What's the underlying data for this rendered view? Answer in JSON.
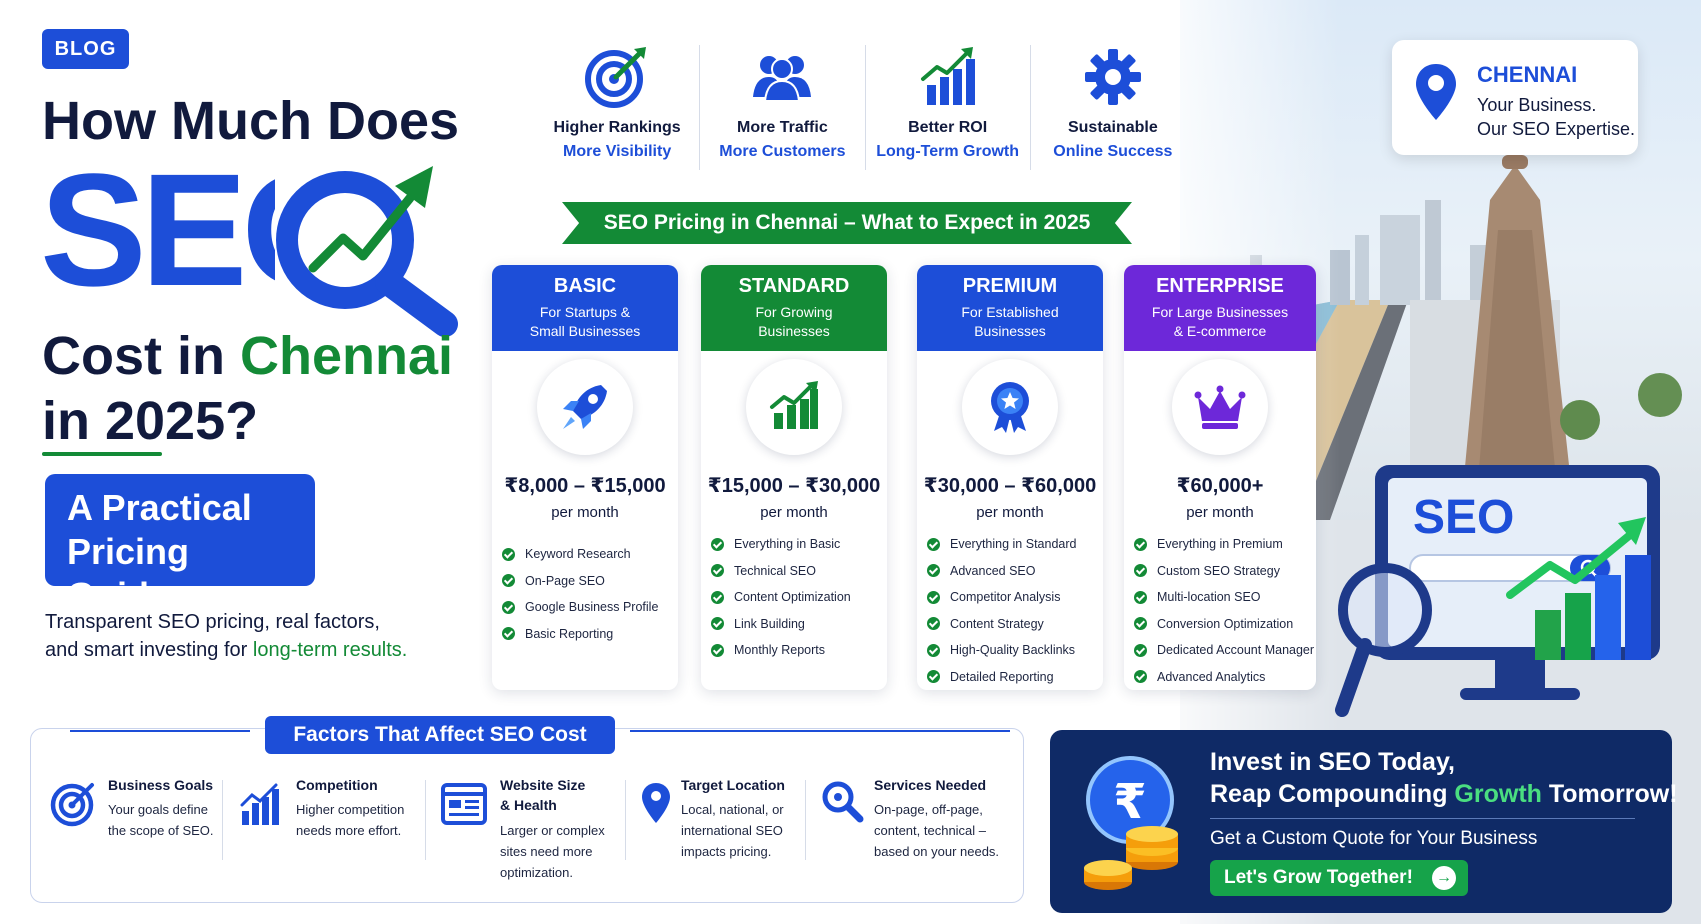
{
  "blog_tag": "BLOG",
  "title": {
    "line1": "How Much Does",
    "seo": "SEO",
    "line3_a": "Cost in ",
    "line3_b": "Chennai",
    "line4": "in 2025?"
  },
  "guide": {
    "line1": "A Practical",
    "line2": "Pricing Guide"
  },
  "tagline": {
    "line1": "Transparent SEO pricing, real factors,",
    "line2_a": "and smart investing for ",
    "line2_b": "long-term results."
  },
  "benefits": [
    {
      "icon": "target-icon",
      "l1": "Higher Rankings",
      "l2": "More Visibility"
    },
    {
      "icon": "users-icon",
      "l1": "More Traffic",
      "l2": "More Customers"
    },
    {
      "icon": "growth-chart-icon",
      "l1": "Better ROI",
      "l2": "Long-Term Growth"
    },
    {
      "icon": "gear-icon",
      "l1": "Sustainable",
      "l2": "Online Success"
    }
  ],
  "chennai_card": {
    "city": "CHENNAI",
    "line1": "Your Business.",
    "line2": "Our SEO Expertise."
  },
  "banner": "SEO Pricing in Chennai – What to Expect in 2025",
  "plans": [
    {
      "name": "BASIC",
      "sub1": "For Startups &",
      "sub2": "Small Businesses",
      "icon": "rocket-icon",
      "price": "₹8,000 – ₹15,000",
      "per": "per month",
      "features": [
        "Keyword Research",
        "On-Page SEO",
        "Google Business Profile",
        "Basic Reporting"
      ]
    },
    {
      "name": "STANDARD",
      "sub1": "For Growing",
      "sub2": "Businesses",
      "icon": "bar-chart-icon",
      "price": "₹15,000 – ₹30,000",
      "per": "per month",
      "features": [
        "Everything in Basic",
        "Technical SEO",
        "Content Optimization",
        "Link Building",
        "Monthly Reports"
      ]
    },
    {
      "name": "PREMIUM",
      "sub1": "For Established",
      "sub2": "Businesses",
      "icon": "award-badge-icon",
      "price": "₹30,000 – ₹60,000",
      "per": "per month",
      "features": [
        "Everything in Standard",
        "Advanced SEO",
        "Competitor Analysis",
        "Content Strategy",
        "High-Quality Backlinks",
        "Detailed Reporting"
      ]
    },
    {
      "name": "ENTERPRISE",
      "sub1": "For Large Businesses",
      "sub2": "& E-commerce",
      "icon": "crown-icon",
      "price": "₹60,000+",
      "per": "per month",
      "features": [
        "Everything in Premium",
        "Custom SEO Strategy",
        "Multi-location SEO",
        "Conversion Optimization",
        "Dedicated Account Manager",
        "Advanced Analytics"
      ]
    }
  ],
  "monitor_text": "SEO",
  "factors": {
    "title": "Factors That Affect SEO Cost",
    "items": [
      {
        "icon": "target-icon",
        "title1": "Business Goals",
        "title2": "",
        "d1": "Your goals define",
        "d2": "the scope of SEO.",
        "d3": "",
        "d4": ""
      },
      {
        "icon": "growth-chart-icon",
        "title1": "Competition",
        "title2": "",
        "d1": "Higher competition",
        "d2": "needs more effort.",
        "d3": "",
        "d4": ""
      },
      {
        "icon": "browser-window-icon",
        "title1": "Website Size",
        "title2": "& Health",
        "d1": "Larger or complex",
        "d2": "sites need more",
        "d3": "optimization.",
        "d4": ""
      },
      {
        "icon": "location-pin-icon",
        "title1": "Target Location",
        "title2": "",
        "d1": "Local, national, or",
        "d2": "international SEO",
        "d3": "impacts pricing.",
        "d4": ""
      },
      {
        "icon": "magnifier-icon",
        "title1": "Services Needed",
        "title2": "",
        "d1": "On-page, off-page,",
        "d2": "content, technical –",
        "d3": "based on your needs.",
        "d4": ""
      }
    ]
  },
  "invest": {
    "h1": "Invest in SEO Today,",
    "h2_a": "Reap Compounding ",
    "h2_b": "Growth",
    "h2_c": " Tomorrow!",
    "sub": "Get a Custom Quote for Your Business",
    "cta": "Let's Grow Together!",
    "cta_arrow": "→"
  },
  "colors": {
    "brand_blue": "#1d4ed8",
    "brand_green": "#138a36",
    "enterprise_purple": "#6d28d9",
    "navy": "#0f2a66"
  }
}
